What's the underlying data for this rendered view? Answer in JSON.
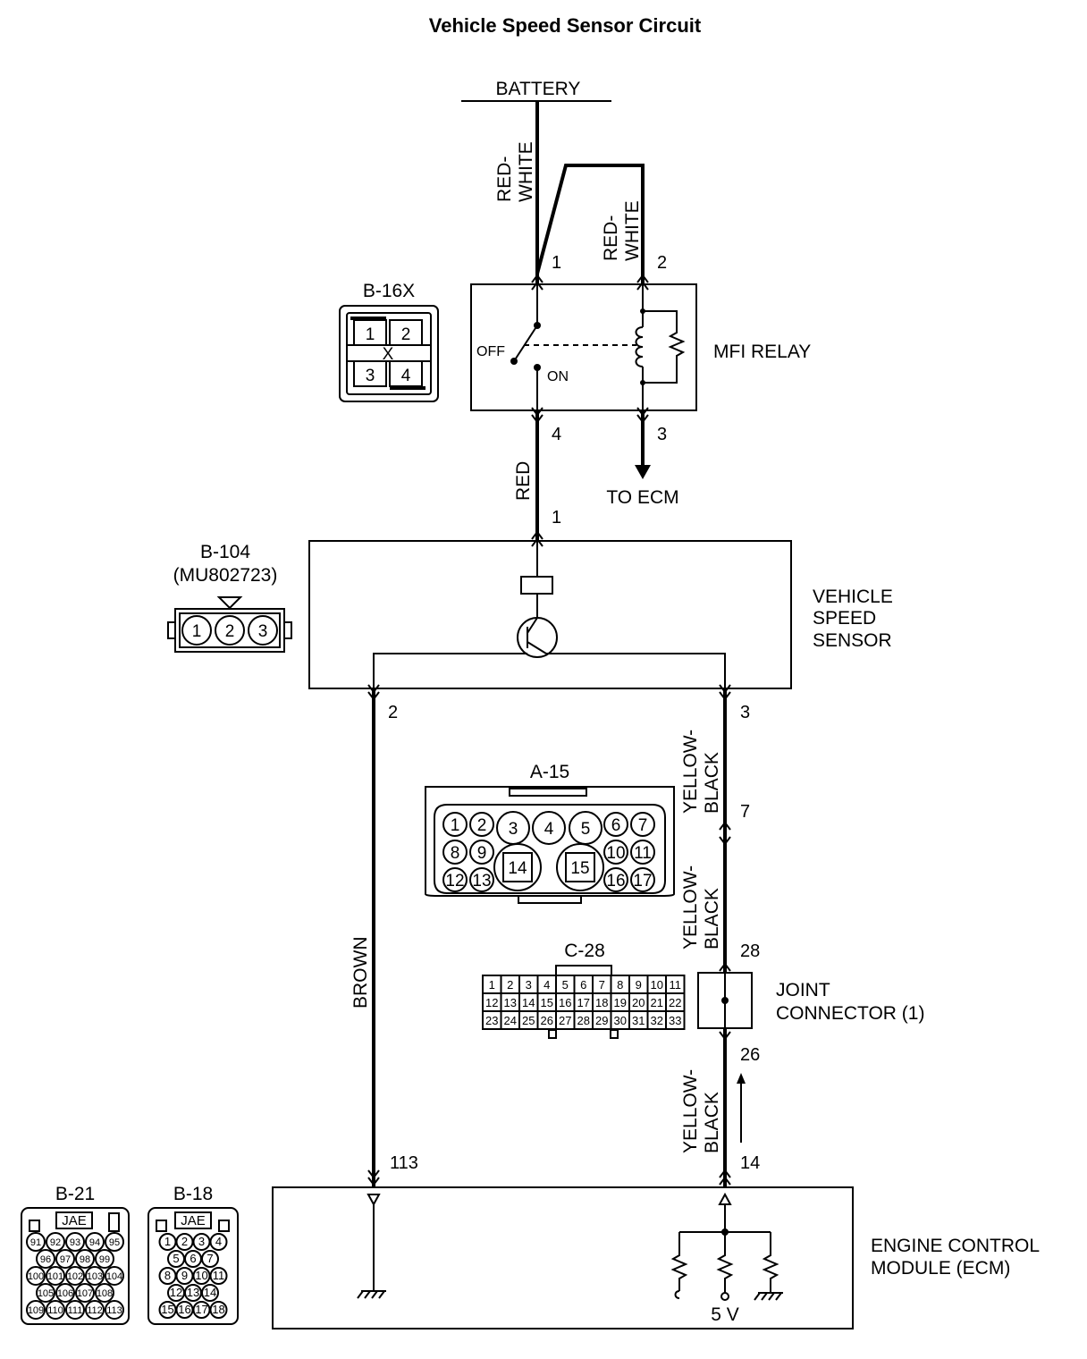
{
  "title": "Vehicle Speed Sensor Circuit",
  "labels": {
    "battery": "BATTERY",
    "mfi_relay": "MFI RELAY",
    "off": "OFF",
    "on": "ON",
    "to_ecm": "TO ECM",
    "vss_line1": "VEHICLE",
    "vss_line2": "SPEED",
    "vss_line3": "SENSOR",
    "joint_line1": "JOINT",
    "joint_line2": "CONNECTOR (1)",
    "ecm_line1": "ENGINE CONTROL",
    "ecm_line2": "MODULE (ECM)",
    "five_v": "5 V"
  },
  "wires": {
    "red_white_1a": "RED-",
    "red_white_1b": "WHITE",
    "red_white_2a": "RED-",
    "red_white_2b": "WHITE",
    "red": "RED",
    "brown": "BROWN",
    "yb1a": "YELLOW-",
    "yb1b": "BLACK",
    "yb2a": "YELLOW-",
    "yb2b": "BLACK",
    "yb3a": "YELLOW-",
    "yb3b": "BLACK"
  },
  "pins": {
    "relay_1": "1",
    "relay_2": "2",
    "relay_4": "4",
    "relay_3": "3",
    "vss_1": "1",
    "vss_2": "2",
    "vss_3": "3",
    "a15_7": "7",
    "jc_28": "28",
    "jc_26": "26",
    "ecm_113": "113",
    "ecm_14": "14"
  },
  "connectors": {
    "b16x": {
      "name": "B-16X",
      "pins": [
        "1",
        "2",
        "3",
        "4"
      ],
      "mark": "X"
    },
    "b104": {
      "name": "B-104",
      "part": "(MU802723)",
      "pins": [
        "1",
        "2",
        "3"
      ]
    },
    "a15": {
      "name": "A-15",
      "pins": [
        "1",
        "2",
        "3",
        "4",
        "5",
        "6",
        "7",
        "8",
        "9",
        "10",
        "11",
        "12",
        "13",
        "14",
        "15",
        "16",
        "17"
      ]
    },
    "c28": {
      "name": "C-28",
      "rows": [
        [
          "1",
          "2",
          "3",
          "4",
          "5",
          "6",
          "7",
          "8",
          "9",
          "10",
          "11"
        ],
        [
          "12",
          "13",
          "14",
          "15",
          "16",
          "17",
          "18",
          "19",
          "20",
          "21",
          "22"
        ],
        [
          "23",
          "24",
          "25",
          "26",
          "27",
          "28",
          "29",
          "30",
          "31",
          "32",
          "33"
        ]
      ]
    },
    "b21": {
      "name": "B-21",
      "maker": "JAE",
      "rows": [
        [
          "91",
          "92",
          "93",
          "94",
          "95"
        ],
        [
          "96",
          "97",
          "98",
          "99"
        ],
        [
          "100",
          "101",
          "102",
          "103",
          "104"
        ],
        [
          "105",
          "106",
          "107",
          "108"
        ],
        [
          "109",
          "110",
          "111",
          "112",
          "113"
        ]
      ]
    },
    "b18": {
      "name": "B-18",
      "maker": "JAE",
      "rows": [
        [
          "1",
          "2",
          "3",
          "4"
        ],
        [
          "5",
          "6",
          "7"
        ],
        [
          "8",
          "9",
          "10",
          "11"
        ],
        [
          "12",
          "13",
          "14"
        ],
        [
          "15",
          "16",
          "17",
          "18"
        ]
      ]
    }
  }
}
